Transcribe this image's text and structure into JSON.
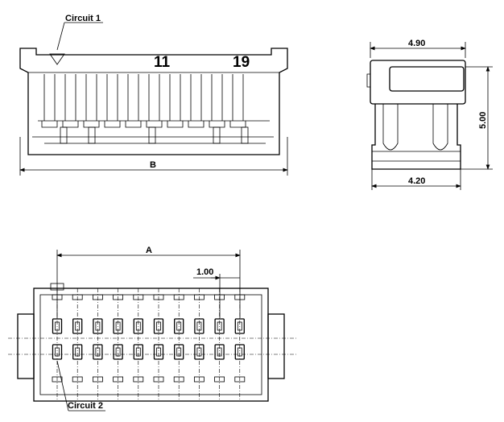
{
  "labels": {
    "circuit1": "Circuit 1",
    "circuit2": "Circuit 2",
    "pin11": "11",
    "pin19": "19"
  },
  "dimensions": {
    "b": "B",
    "a": "A",
    "pitch": "1.00",
    "side_top_width": "4.90",
    "side_bottom_width": "4.20",
    "side_height": "5.00"
  },
  "colors": {
    "line": "#000000",
    "background": "#ffffff"
  }
}
